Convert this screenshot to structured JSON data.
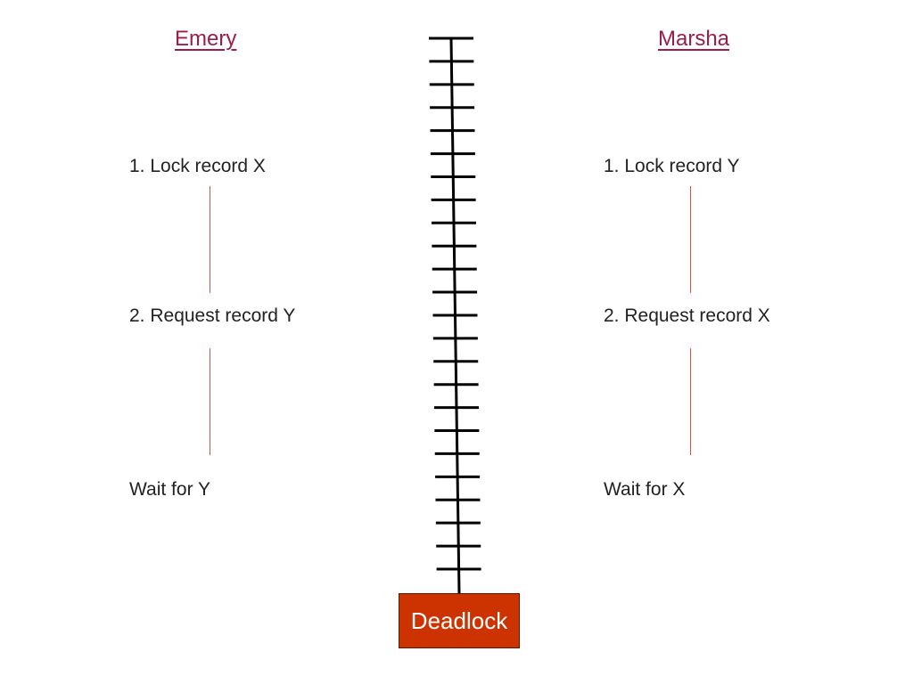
{
  "colors": {
    "header_text": "#9b1d4a",
    "connector_line": "#e0504a",
    "timeline": "#000000",
    "deadlock_fill": "#cc3300",
    "deadlock_text": "#ffffff"
  },
  "left_process": {
    "name": "Emery",
    "steps": [
      "1. Lock record X",
      "2. Request record Y",
      "Wait for Y"
    ]
  },
  "right_process": {
    "name": "Marsha",
    "steps": [
      "1. Lock record Y",
      "2. Request record X",
      "Wait for X"
    ]
  },
  "timeline": {
    "tick_count": 24
  },
  "outcome": {
    "label": "Deadlock"
  }
}
